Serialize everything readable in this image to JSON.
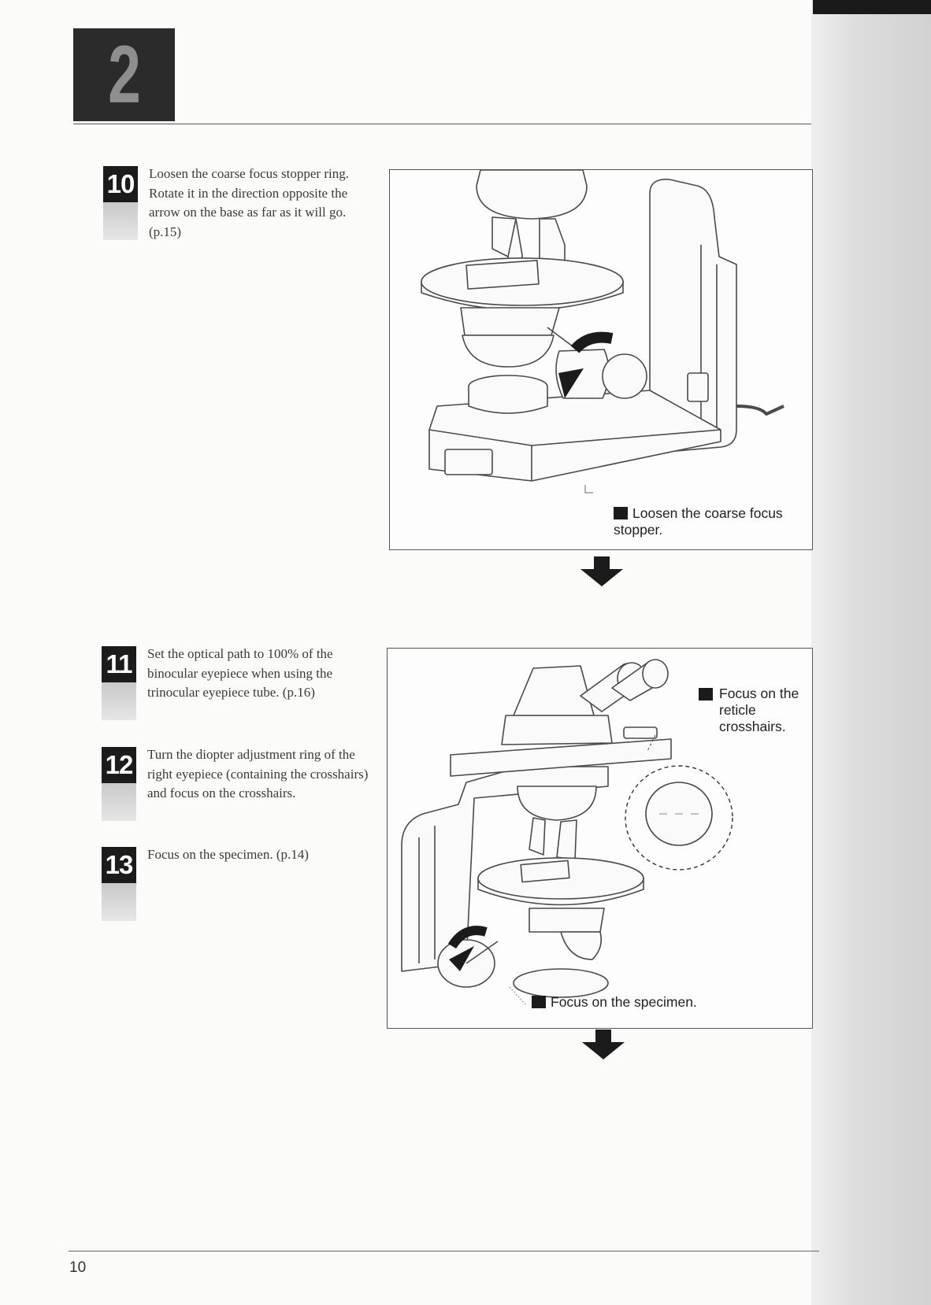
{
  "chapter": {
    "number": "2"
  },
  "steps": [
    {
      "number": "10",
      "text": "Loosen the coarse focus stopper ring.\nRotate it in the direction opposite the arrow on the base as far as it will go. (p.15)"
    },
    {
      "number": "11",
      "text": "Set the optical path to 100% of the binocular eyepiece when using the trinocular eyepiece tube. (p.16)"
    },
    {
      "number": "12",
      "text": "Turn the diopter adjustment ring of the right eyepiece (containing the crosshairs) and focus on the crosshairs."
    },
    {
      "number": "13",
      "text": "Focus on the specimen. (p.14)"
    }
  ],
  "figures": {
    "fig1": {
      "caption": "Loosen the coarse focus stopper."
    },
    "fig2": {
      "caption_reticle": "Focus on the reticle crosshairs.",
      "caption_specimen": "Focus on the specimen."
    }
  },
  "page_number": "10"
}
